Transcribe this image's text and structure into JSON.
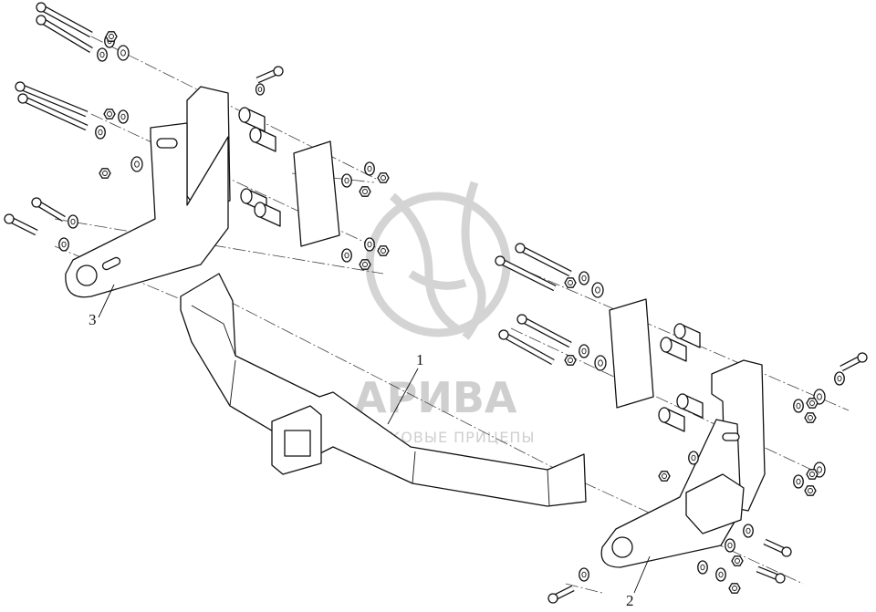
{
  "diagram": {
    "callouts": [
      {
        "id": "crossbar",
        "label": "1"
      },
      {
        "id": "right-bracket",
        "label": "2"
      },
      {
        "id": "left-bracket",
        "label": "3"
      }
    ],
    "watermark": {
      "brand": "АРИВА",
      "tagline": "ЛЕГКОВЫЕ ПРИЦЕПЫ"
    }
  }
}
